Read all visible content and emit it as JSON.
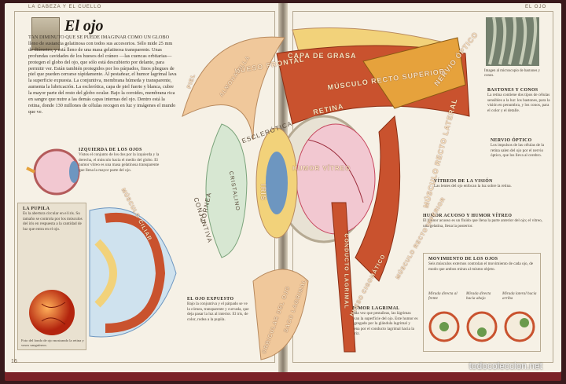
{
  "running_head_left": "LA CABEZA Y EL CUELLO",
  "running_head_right": "EL OJO",
  "title": "El ojo",
  "intro": "TAN DIMINUTO QUE SE PUEDE IMAGINAR COMO UN GLOBO lleno de sustancia gelatinosa con todos sus accesorios. Sólo mide 25 mm de diámetro, y está lleno de una masa gelatinosa transparente. Unas profundas cavidades de los huesos del cráneo —las cuencas orbitarias— protegen el globo del ojo, que sólo está descubierto por delante, para permitir ver. Están también protegidos por los párpados, finos pliegues de piel que pueden cerrarse rápidamente. Al pestañear, el humor lagrimal lava la superficie expuesta. La conjuntiva, membrana húmeda y transparente, aumenta la lubricación. La esclerótica, capa de piel fuerte y blanca, cubre la mayor parte del resto del globo ocular. Bajo la coroides, membrana rica en sangre que nutre a las demás capas internas del ojo. Dentro está la retina, donde 130 millones de células recogen en luz y imágenes el mundo que ve.",
  "captions": {
    "left_eye_heading": "IZQUIERDA DE LOS OJOS",
    "left_eye_text": "Vistos el conjunto de los dos por la izquierda y la derecha, el músculo hacia el medio del globo. El humor vítreo es una masa gelatinosa transparente que llena la mayor parte del ojo.",
    "pupila_heading": "LA PUPILA",
    "pupila_text": "Es la abertura circular en el iris. Su tamaño se controla por los músculos del iris en respuesta a la cantidad de luz que entra en el ojo.",
    "fondo_caption": "Foto del fondo de ojo mostrando la retina y vasos sanguíneos.",
    "expuesto_heading": "EL OJO EXPUESTO",
    "expuesto_text": "Bajo la conjuntiva y el párpado se ve la córnea, transparente y curvada, que deja pasar la luz al interior. El iris, de color, rodea a la pupila.",
    "humor_lagrimal_heading": "HUMOR LAGRIMAL",
    "humor_lagrimal_text": "Cada vez que pestañeas, las lágrimas lavan la superficie del ojo. Este humor es segregado por la glándula lagrimal y drena por el conducto lagrimal hacia la nariz.",
    "bastones_heading": "BASTONES Y CONOS",
    "bastones_text": "La retina contiene dos tipos de células sensibles a la luz: los bastones, para la visión en penumbra, y los conos, para el color y el detalle.",
    "nervio_heading": "NERVIO ÓPTICO",
    "nervio_text": "Los impulsos de las células de la retina salen del ojo por el nervio óptico, que los lleva al cerebro.",
    "vitreo_heading": "VÍTREOS DE LA VISIÓN",
    "vitreo_text": "Las lentes del ojo enfocan la luz sobre la retina.",
    "humor_acuoso_heading": "HUMOR ACUOSO Y HUMOR VÍTREO",
    "humor_acuoso_text": "El humor acuoso es un fluido que llena la parte anterior del ojo; el vítreo, una gelatina, llena la posterior.",
    "movimiento_heading": "MOVIMIENTO DE LOS OJOS",
    "movimiento_text": "Seis músculos externos controlan el movimiento de cada ojo, de modo que ambos miran al mismo objeto.",
    "mirada1": "Mirada directa al frente",
    "mirada2": "Mirada directa hacia abajo",
    "mirada3": "Mirada lateral hacia arriba",
    "micro_caption": "Imagen al microscopio de bastones y conos."
  },
  "labels": {
    "grasa": "CAPA DE GRASA",
    "musculo_recto_superior": "MÚSCULO RECTO SUPERIOR",
    "nervio_optico": "NERVIO ÓPTICO",
    "retina": "RETINA",
    "humor_vitreo": "HUMOR VÍTREO",
    "esclerotica": "ESCLERÓTICA",
    "cornea": "CÓRNEA",
    "conjuntiva": "CONJUNTIVA",
    "iris": "IRIS",
    "cristalino": "CRISTALINO",
    "musculo_ciliar": "MÚSCULO CILIAR",
    "orbicular": "ORBICULAR DEL OJO",
    "piel": "PIEL",
    "hueso_frontal": "HUESO FRONTAL",
    "almohadilla": "ALMOHADILLA",
    "musculo_recto_inferior": "MÚSCULO RECTO INFERIOR",
    "musculo_recto_lateral": "MÚSCULO RECTO LATERAL",
    "saco_lagrimal": "SACO LAGRIMAL",
    "hueso_cigomatico": "HUESO CIGOMÁTICO",
    "conducto_lagrimal": "CONDUCTO LAGRIMAL"
  },
  "page_number_left": "16",
  "watermark": "todocoleccion.net",
  "colors": {
    "muscle": "#c9522e",
    "tendon": "#f0c89b",
    "fat": "#f2d27a",
    "bone": "#f0e6c8",
    "vitreous": "#f2c8d1",
    "nerve": "#e6a23c",
    "footer": "#7b2227"
  }
}
